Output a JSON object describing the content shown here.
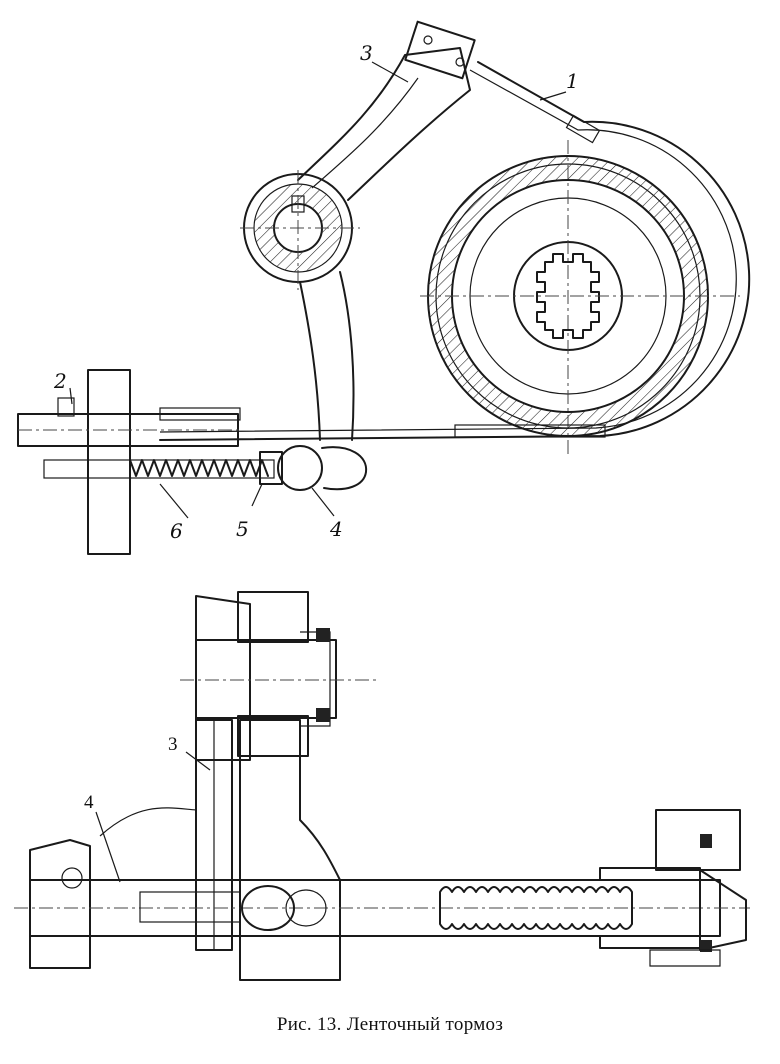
{
  "caption": "Рис. 13. Ленточный тормоз",
  "top_view": {
    "labels": [
      "1",
      "2",
      "3",
      "4",
      "5",
      "6"
    ]
  },
  "section_view": {
    "labels": [
      "3",
      "4"
    ]
  }
}
